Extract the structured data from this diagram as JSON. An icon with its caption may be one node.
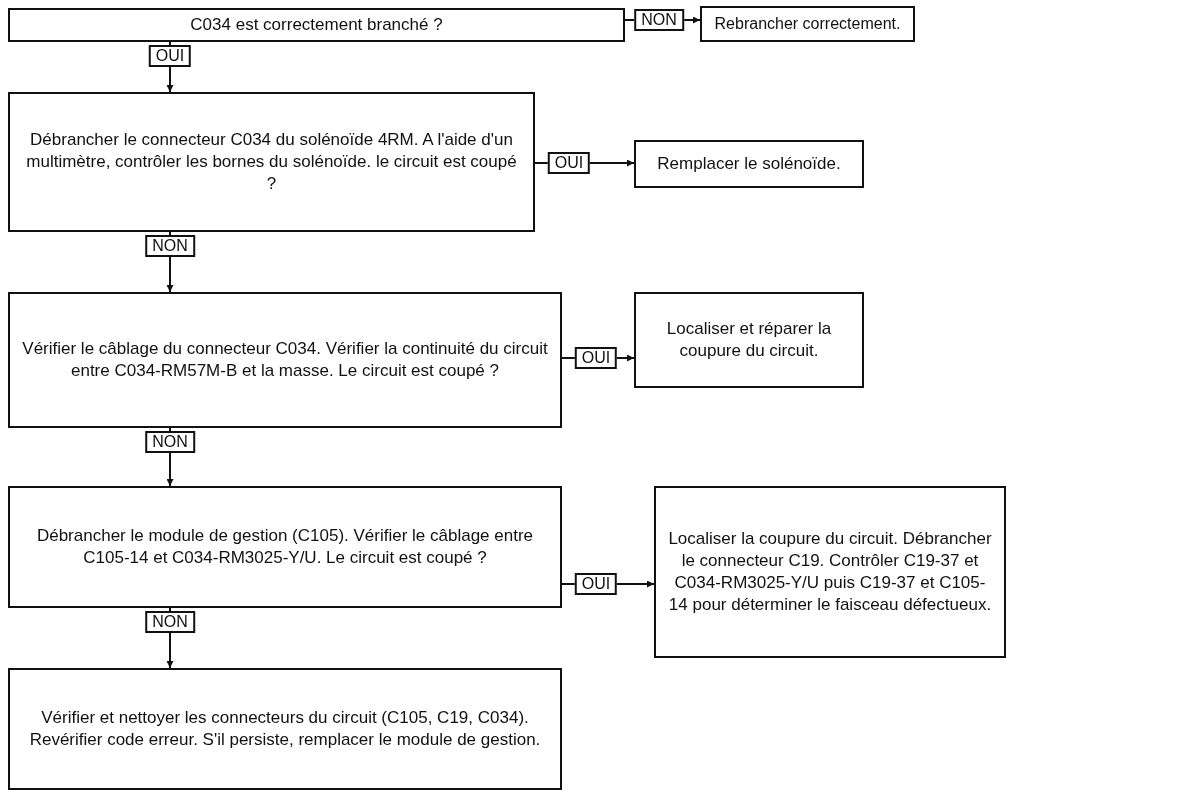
{
  "diagram": {
    "nodes": [
      {
        "text": [
          "C034 est correctement branché ?"
        ]
      },
      {
        "text": [
          "Rebrancher correctement."
        ]
      },
      {
        "text": [
          "Débrancher le connecteur C034 du solénoïde 4RM. A l'aide d'un multimètre, contrôler les bornes du solénoïde. le circuit est coupé ?"
        ]
      },
      {
        "text": [
          "Remplacer le solénoïde."
        ]
      },
      {
        "text": [
          "Vérifier le câblage du connecteur C034. Vérifier la continuité du circuit entre C034-RM57M-B et la masse. Le circuit est coupé ?"
        ]
      },
      {
        "text": [
          "Localiser et réparer la coupure du circuit."
        ]
      },
      {
        "text": [
          "Débrancher le module de gestion (C105). Vérifier le câblage entre C105-14 et C034-RM3025-Y/U. Le circuit est coupé ?"
        ]
      },
      {
        "text": [
          "Localiser la coupure du circuit. Débrancher le connecteur C19. Contrôler C19-37 et C034-RM3025-Y/U puis C19-37 et C105-14 pour déterminer le faisceau défectueux."
        ]
      },
      {
        "text": [
          "Vérifier et nettoyer les connecteurs du circuit (C105, C19, C034). Revérifier code erreur. S'il persiste, remplacer le module de gestion."
        ]
      }
    ],
    "edges": [
      {
        "from": 0,
        "to": 1,
        "arrow": "to",
        "label": "NON"
      },
      {
        "from": 0,
        "to": 2,
        "arrow": "to",
        "label": "OUI"
      },
      {
        "from": 2,
        "to": 3,
        "arrow": "to",
        "label": "OUI"
      },
      {
        "from": 2,
        "to": 4,
        "arrow": "to",
        "label": "NON"
      },
      {
        "from": 4,
        "to": 5,
        "arrow": "to",
        "label": "OUI"
      },
      {
        "from": 4,
        "to": 6,
        "arrow": "to",
        "label": "NON"
      },
      {
        "from": 6,
        "to": 7,
        "arrow": "to",
        "label": "OUI"
      },
      {
        "from": 6,
        "to": 8,
        "arrow": "to",
        "label": "NON"
      }
    ]
  }
}
